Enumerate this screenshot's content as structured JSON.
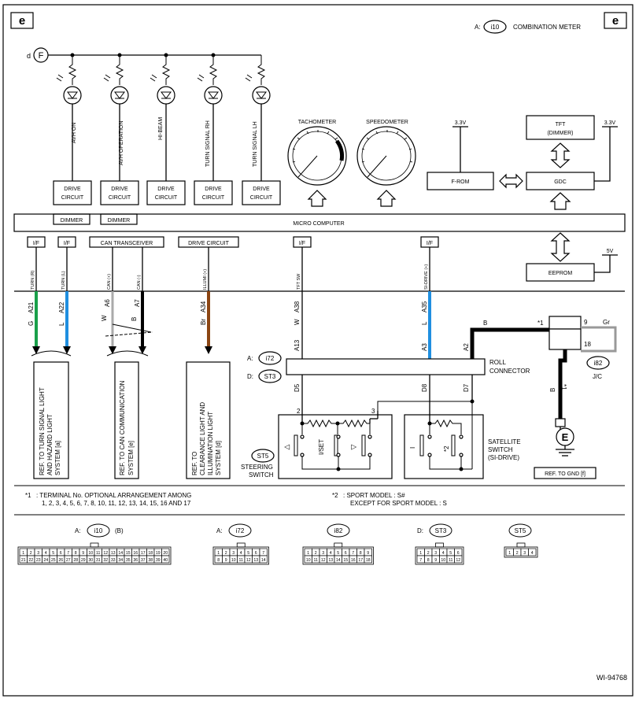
{
  "header": {
    "page_code": "e",
    "connector_prefix": "A:",
    "connector_id": "i10",
    "connector_title": "COMBINATION METER"
  },
  "power": {
    "label": "d",
    "symbol": "F"
  },
  "lamps": [
    {
      "label": "AVH ON"
    },
    {
      "label": "AVH OPERATION"
    },
    {
      "label": "HI-BEAM"
    },
    {
      "label": "TURN SIGNAL RH"
    },
    {
      "label": "TURN SIGNAL LH"
    }
  ],
  "drive_circuit_line1": "DRIVE",
  "drive_circuit_line2": "CIRCUIT",
  "dimmer_labels": [
    "DIMMER",
    "DIMMER"
  ],
  "gauges": {
    "tachometer": "TACHOMETER",
    "speedometer": "SPEEDOMETER"
  },
  "blocks": {
    "v33": "3.3V",
    "v5": "5V",
    "from": "F-ROM",
    "gdc": "GDC",
    "tft_line1": "TFT",
    "tft_line2": "(DIMMER)",
    "eeprom": "EEPROM",
    "micro_computer": "MICRO COMPUTER"
  },
  "interfaces": {
    "if": "I/F",
    "can_transceiver": "CAN TRANSCEIVER",
    "drive_circuit": "DRIVE CIRCUIT"
  },
  "signals": [
    {
      "name": "TURN (R)",
      "wire": "G",
      "term": "A21"
    },
    {
      "name": "TURN (L)",
      "wire": "L",
      "term": "A22"
    },
    {
      "name": "CAN (+)",
      "wire": "W",
      "term": "A6"
    },
    {
      "name": "CAN (-)",
      "wire": "B",
      "term": "A7"
    },
    {
      "name": "ILLUMI (+)",
      "wire": "Br",
      "term": "A34"
    },
    {
      "name": "TFT SW",
      "wire": "W",
      "term": "A38"
    },
    {
      "name": "SI-DRIVE (+)",
      "wire": "L",
      "term": "A35"
    }
  ],
  "refs": {
    "turn": [
      "REF. TO TURN SIGNAL LIGHT",
      "AND HAZARD LIGHT",
      "SYSTEM [a]"
    ],
    "can": [
      "REF. TO CAN COMMUNICATION",
      "SYSTEM [e]"
    ],
    "clearance": [
      "REF. TO",
      "CLEARANCE LIGHT AND",
      "ILLUMINATION LIGHT",
      "SYSTEM [d]"
    ],
    "gnd": "REF. TO GND [f]"
  },
  "roll_connector": {
    "label1": "ROLL",
    "label2": "CONNECTOR",
    "conn_a": "A:",
    "conn_a_id": "i72",
    "conn_d": "D:",
    "conn_d_id": "ST3",
    "top_terms": [
      "A13",
      "A3",
      "A2"
    ],
    "bottom_terms": [
      "D5",
      "D8",
      "D7"
    ]
  },
  "wiring_right": {
    "b_wire": "B",
    "star1": "*1",
    "pin9": "9",
    "gr": "Gr",
    "pin18": "18",
    "jc_id": "i82",
    "jc_label": "J/C",
    "ground": "E"
  },
  "steering": {
    "conn_id": "ST5",
    "label1": "STEERING",
    "label2": "SWITCH",
    "pins": [
      "2",
      "3"
    ],
    "iset": "I/SET"
  },
  "satellite": {
    "label1": "SATELLITE",
    "label2": "SWITCH",
    "label3": "(SI-DRIVE)",
    "mark_i": "I",
    "star2": "*2"
  },
  "notes": {
    "n1_key": "*1",
    "n1_line1": ": TERMINAL No. OPTIONAL ARRANGEMENT AMONG",
    "n1_line2": "1, 2, 3, 4, 5, 6, 7, 8, 10, 11, 12, 13, 14, 15, 16 AND 17",
    "n2_key": "*2",
    "n2_line1": ": SPORT MODEL : S#",
    "n2_line2": "EXCEPT FOR SPORT MODEL : S"
  },
  "connectors": [
    {
      "prefix": "A:",
      "id": "i10",
      "suffix": "(B)",
      "row1": [
        "1",
        "2",
        "3",
        "4",
        "5",
        "6",
        "7",
        "8",
        "9",
        "10",
        "11",
        "12",
        "13",
        "14",
        "15",
        "16",
        "17",
        "18",
        "19",
        "20"
      ],
      "row2": [
        "21",
        "22",
        "23",
        "24",
        "25",
        "26",
        "27",
        "28",
        "29",
        "30",
        "31",
        "32",
        "33",
        "34",
        "35",
        "36",
        "37",
        "38",
        "39",
        "40"
      ]
    },
    {
      "prefix": "A:",
      "id": "i72",
      "suffix": "",
      "row1": [
        "1",
        "2",
        "3",
        "4",
        "5",
        "6",
        "7"
      ],
      "row2": [
        "8",
        "9",
        "10",
        "11",
        "12",
        "13",
        "14"
      ]
    },
    {
      "prefix": "",
      "id": "i82",
      "suffix": "",
      "row1": [
        "1",
        "2",
        "3",
        "4",
        "5",
        "6",
        "7",
        "8",
        "9"
      ],
      "row2": [
        "10",
        "11",
        "12",
        "13",
        "14",
        "15",
        "16",
        "17",
        "18"
      ]
    },
    {
      "prefix": "D:",
      "id": "ST3",
      "suffix": "",
      "row1": [
        "1",
        "2",
        "3",
        "4",
        "5",
        "6"
      ],
      "row2": [
        "7",
        "8",
        "9",
        "10",
        "11",
        "12"
      ]
    },
    {
      "prefix": "",
      "id": "ST5",
      "suffix": "",
      "row1": [
        "1",
        "2",
        "3",
        "4"
      ],
      "row2": []
    }
  ],
  "footer_code": "WI-94768"
}
